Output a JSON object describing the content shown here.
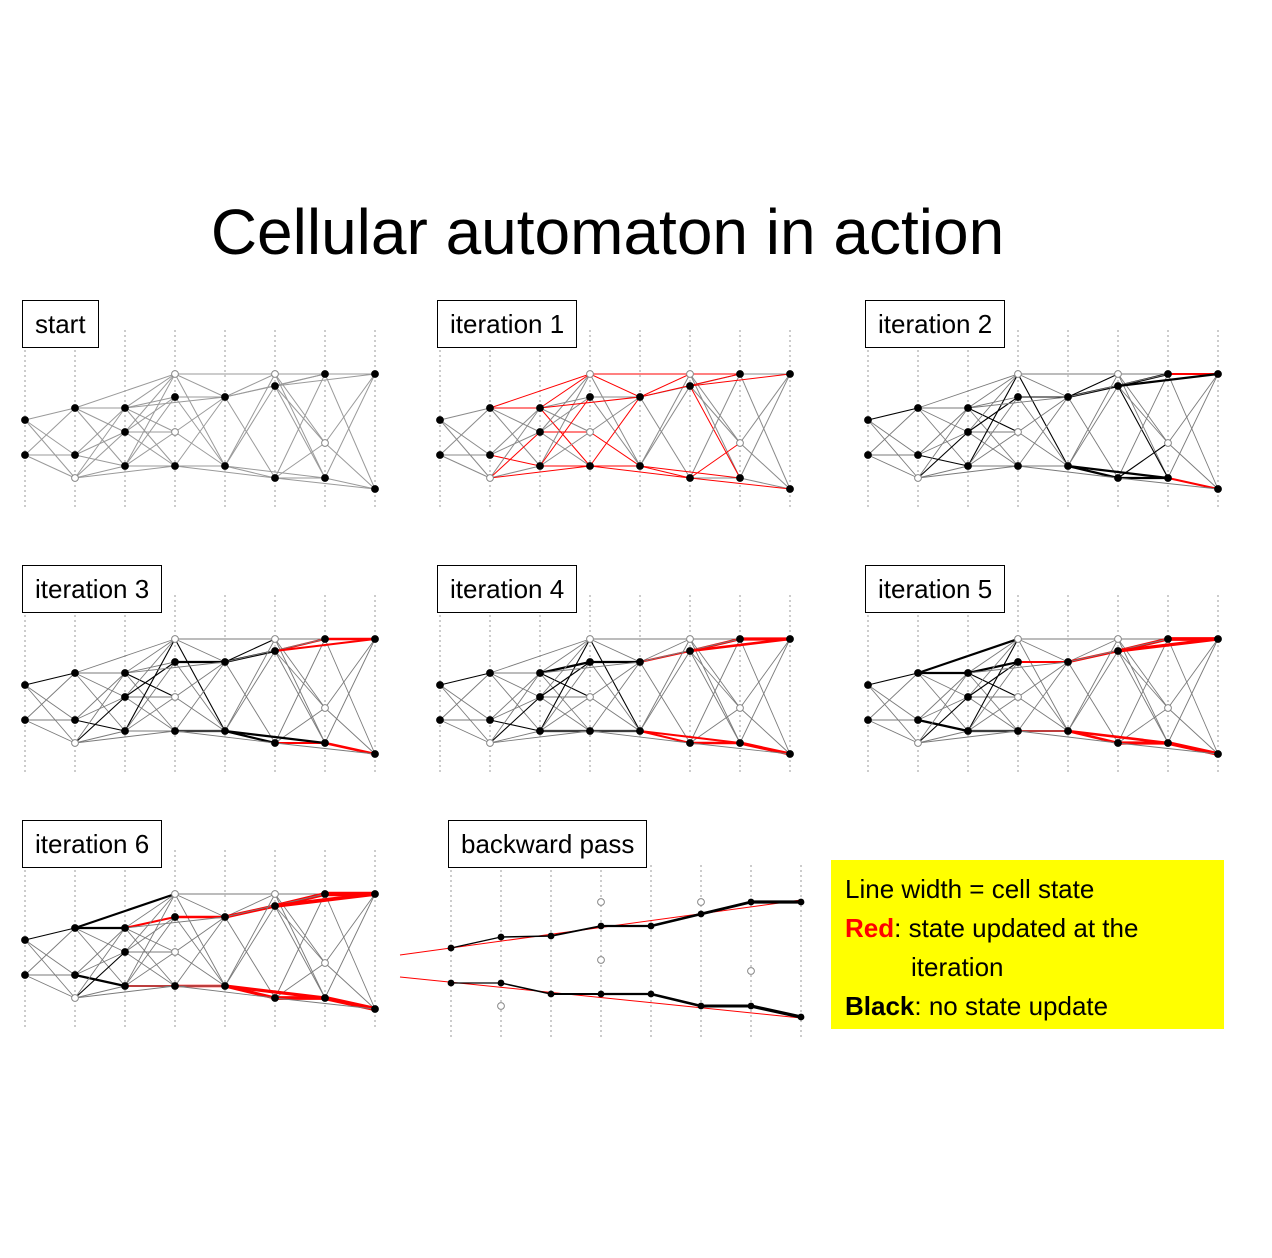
{
  "title": "Cellular automaton in action",
  "panels": [
    {
      "label": "start"
    },
    {
      "label": "iteration 1"
    },
    {
      "label": "iteration 2"
    },
    {
      "label": "iteration 3"
    },
    {
      "label": "iteration 4"
    },
    {
      "label": "iteration 5"
    },
    {
      "label": "iteration 6"
    },
    {
      "label": "backward pass"
    }
  ],
  "legend": {
    "line1": "Line width = cell state",
    "red_word": "Red",
    "red_text": ": state updated at the",
    "red_text_cont": "iteration",
    "black_word": "Black",
    "black_text": ": no state update"
  },
  "colors": {
    "updated": "#ff0000",
    "no_update": "#000000",
    "legend_bg": "#ffff00"
  }
}
